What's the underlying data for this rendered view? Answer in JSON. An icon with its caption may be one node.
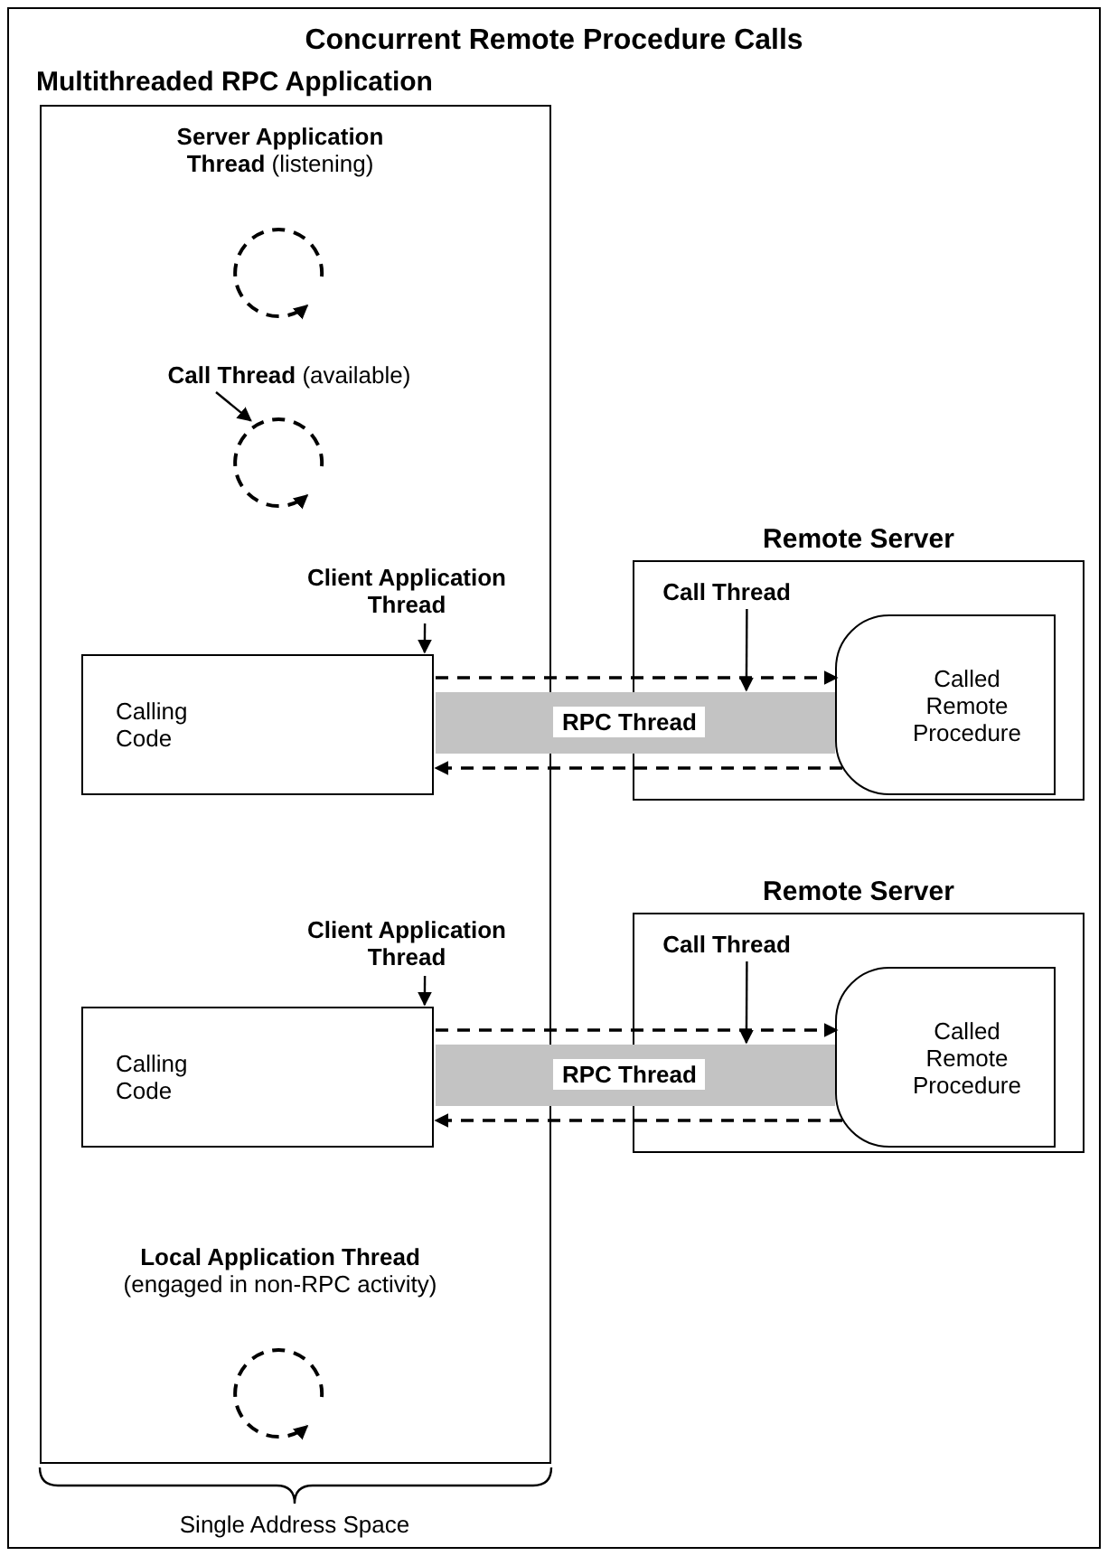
{
  "diagram": {
    "title": "Concurrent Remote Procedure Calls",
    "nodes": [
      {
        "text": [
          "Multithreaded RPC Application"
        ]
      },
      {
        "text": [
          "**Server Application Thread** (listening)"
        ],
        "in": 0
      },
      {
        "text": [
          "**Call Thread** (available)"
        ],
        "in": 0
      },
      {
        "text": [],
        "shape": "circle",
        "in": 0
      },
      {
        "text": [
          "Client Application Thread"
        ],
        "in": 0
      },
      {
        "text": [
          "Calling Code"
        ],
        "in": 0
      },
      {
        "text": [
          "RPC Thread"
        ]
      },
      {
        "text": [
          "Remote Server"
        ]
      },
      {
        "text": [
          "Call Thread"
        ],
        "in": 7
      },
      {
        "text": [
          "Called Remote Procedure"
        ],
        "in": 7
      },
      {
        "text": [
          "Client Application Thread"
        ],
        "in": 0
      },
      {
        "text": [
          "Calling Code"
        ],
        "in": 0
      },
      {
        "text": [
          "RPC Thread"
        ]
      },
      {
        "text": [
          "Remote Server"
        ]
      },
      {
        "text": [
          "Call Thread"
        ],
        "in": 13
      },
      {
        "text": [
          "Called Remote Procedure"
        ],
        "in": 13
      },
      {
        "text": [
          "Local Application Thread",
          "(engaged in non-RPC activity)"
        ],
        "in": 0
      }
    ],
    "edges": [
      {
        "from": 2,
        "to": 3,
        "arrow": "to"
      },
      {
        "from": 4,
        "to": 5,
        "arrow": "to"
      },
      {
        "from": 5,
        "to": 9,
        "arrow": "to",
        "style": "dashed"
      },
      {
        "from": 9,
        "to": 5,
        "arrow": "to",
        "style": "dashed"
      },
      {
        "from": 8,
        "to": 6,
        "arrow": "to"
      },
      {
        "from": 10,
        "to": 11,
        "arrow": "to"
      },
      {
        "from": 11,
        "to": 15,
        "arrow": "to",
        "style": "dashed"
      },
      {
        "from": 15,
        "to": 11,
        "arrow": "to",
        "style": "dashed"
      },
      {
        "from": 14,
        "to": 12,
        "arrow": "to"
      }
    ],
    "labels": [
      "Single Address Space"
    ]
  }
}
